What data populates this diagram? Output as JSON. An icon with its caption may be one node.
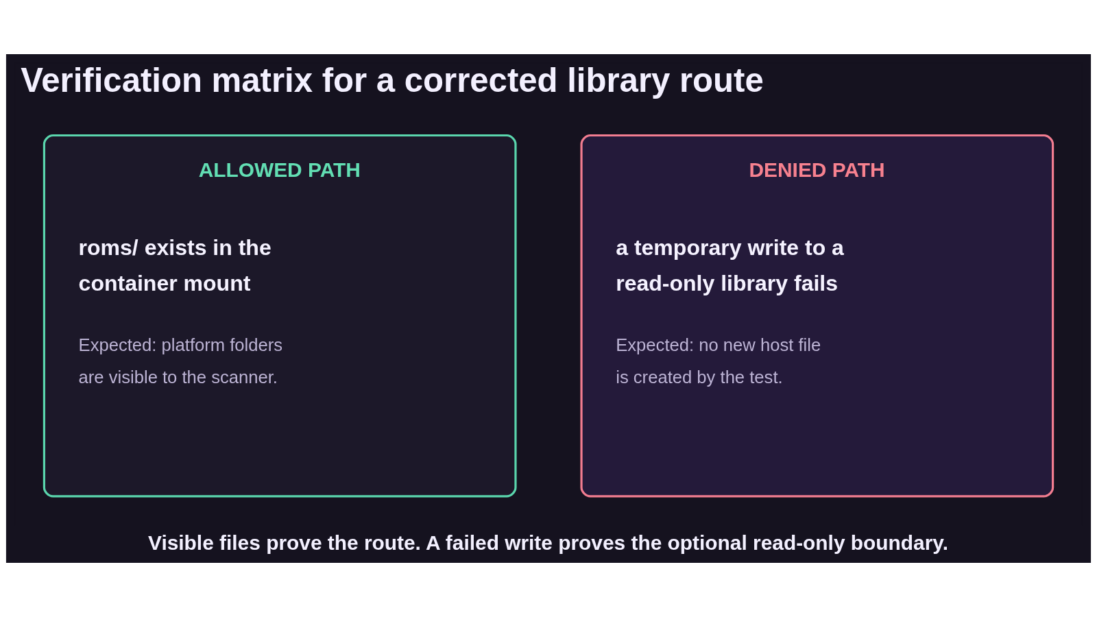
{
  "diagram": {
    "title": "Verification matrix for a corrected library route",
    "nodes": [
      {
        "text": [
          "ALLOWED PATH",
          "roms/ exists in the container mount",
          "Expected: platform folders are visible to the scanner."
        ]
      },
      {
        "text": [
          "DENIED PATH",
          "a temporary write to a read-only library fails",
          "Expected: no new host file is created by the test."
        ]
      }
    ],
    "caption": "Visible files prove the route. A failed write proves the optional read-only boundary."
  }
}
